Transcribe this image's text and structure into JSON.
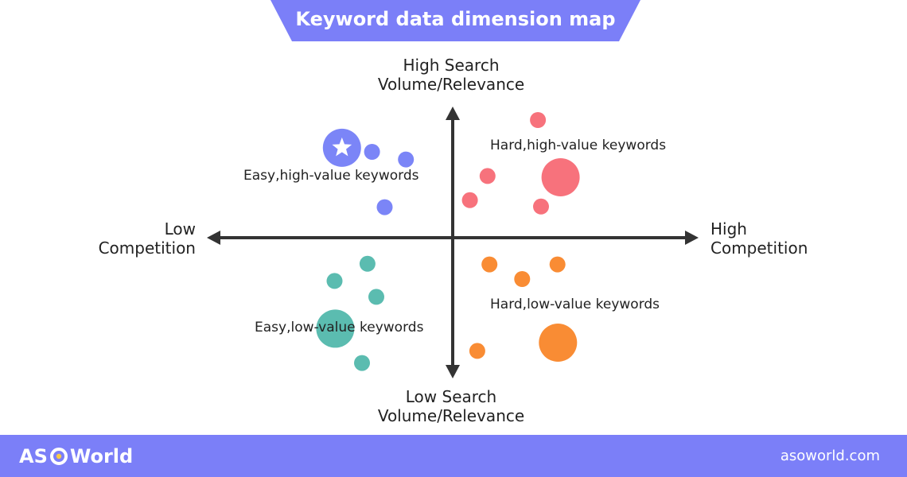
{
  "title": "Keyword data dimension map",
  "axes": {
    "top": [
      "High Search",
      "Volume/Relevance"
    ],
    "bottom": [
      "Low Search",
      "Volume/Relevance"
    ],
    "left": [
      "Low",
      "Competition"
    ],
    "right": [
      "High",
      "Competition"
    ]
  },
  "quadrants": {
    "top_left": "Easy,high-value keywords",
    "top_right": "Hard,high-value keywords",
    "bottom_left": "Easy,low-value keywords",
    "bottom_right": "Hard,low-value keywords"
  },
  "colors": {
    "accent": "#7b7ff8",
    "top_left": "#7b85f7",
    "top_right": "#f7727c",
    "bottom_left": "#5bbcb0",
    "bottom_right": "#f98c34",
    "axis": "#333333"
  },
  "points": [
    {
      "quadrant": "top_left",
      "x": -0.464,
      "y": 0.707,
      "size": "large",
      "icon": "star-icon"
    },
    {
      "quadrant": "top_left",
      "x": -0.338,
      "y": 0.675,
      "size": "small"
    },
    {
      "quadrant": "top_left",
      "x": -0.196,
      "y": 0.615,
      "size": "small"
    },
    {
      "quadrant": "top_left",
      "x": -0.285,
      "y": 0.24,
      "size": "small"
    },
    {
      "quadrant": "top_right",
      "x": 0.357,
      "y": 0.925,
      "size": "small"
    },
    {
      "quadrant": "top_right",
      "x": 0.146,
      "y": 0.485,
      "size": "small"
    },
    {
      "quadrant": "top_right",
      "x": 0.072,
      "y": 0.295,
      "size": "small"
    },
    {
      "quadrant": "top_right",
      "x": 0.37,
      "y": 0.245,
      "size": "small"
    },
    {
      "quadrant": "top_right",
      "x": 0.452,
      "y": 0.475,
      "size": "large"
    },
    {
      "quadrant": "bottom_left",
      "x": -0.357,
      "y": -0.205,
      "size": "small"
    },
    {
      "quadrant": "bottom_left",
      "x": -0.495,
      "y": -0.34,
      "size": "small"
    },
    {
      "quadrant": "bottom_left",
      "x": -0.32,
      "y": -0.465,
      "size": "small"
    },
    {
      "quadrant": "bottom_left",
      "x": -0.492,
      "y": -0.715,
      "size": "large"
    },
    {
      "quadrant": "bottom_left",
      "x": -0.38,
      "y": -0.985,
      "size": "small"
    },
    {
      "quadrant": "bottom_right",
      "x": 0.154,
      "y": -0.21,
      "size": "small"
    },
    {
      "quadrant": "bottom_right",
      "x": 0.291,
      "y": -0.325,
      "size": "small"
    },
    {
      "quadrant": "bottom_right",
      "x": 0.439,
      "y": -0.21,
      "size": "small"
    },
    {
      "quadrant": "bottom_right",
      "x": 0.441,
      "y": -0.825,
      "size": "large"
    },
    {
      "quadrant": "bottom_right",
      "x": 0.103,
      "y": -0.89,
      "size": "small"
    }
  ],
  "footer": {
    "logo_left": "AS",
    "logo_right": "World",
    "site": "asoworld.com"
  }
}
